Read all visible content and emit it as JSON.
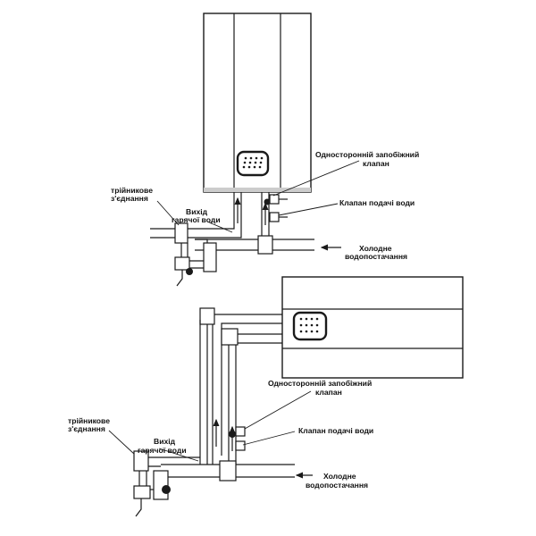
{
  "diagram_top": {
    "relief_valve_label": [
      "Односторонній запобіжний",
      "клапан"
    ],
    "supply_valve_label": "Клапан подачі води",
    "cold_water_label": [
      "Холодне",
      "водопостачання"
    ],
    "tee_label": [
      "трійникове",
      "з'єднання"
    ],
    "hot_outlet_label": [
      "Вихід",
      "гарячої води"
    ]
  },
  "diagram_bottom": {
    "relief_valve_label": [
      "Односторонній запобіжний",
      "клапан"
    ],
    "supply_valve_label": "Клапан подачі води",
    "cold_water_label": [
      "Холодне",
      "водопостачання"
    ],
    "tee_label": [
      "трійникове",
      "з'єднання"
    ],
    "hot_outlet_label": [
      "Вихід",
      "гарячої води"
    ]
  },
  "colors": {
    "line": "#1a1a1a",
    "background": "#ffffff"
  },
  "icons": [
    "heater-panel-icon",
    "valve-icon",
    "tee-fitting-icon",
    "arrow-icon"
  ]
}
